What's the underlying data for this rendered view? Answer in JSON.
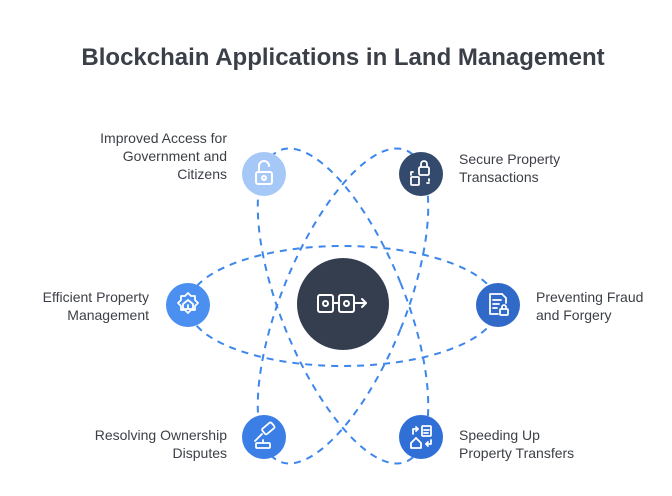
{
  "title": "Blockchain Applications in Land Management",
  "center": {
    "icon": "blockchain-link-icon"
  },
  "nodes": [
    {
      "id": "access",
      "icon": "lock-open-icon",
      "color": "#a6c8f6",
      "lines": [
        "Improved Access for",
        "Government and",
        "Citizens"
      ]
    },
    {
      "id": "secure",
      "icon": "lock-transfer-icon",
      "color": "#334a6c",
      "lines": [
        "Secure Property",
        "Transactions"
      ]
    },
    {
      "id": "efficient",
      "icon": "gear-building-icon",
      "color": "#4b8ff0",
      "lines": [
        "Efficient Property",
        "Management"
      ]
    },
    {
      "id": "fraud",
      "icon": "document-lock-icon",
      "color": "#3169c9",
      "lines": [
        "Preventing Fraud",
        "and Forgery"
      ]
    },
    {
      "id": "disputes",
      "icon": "gavel-icon",
      "color": "#3a7ee6",
      "lines": [
        "Resolving Ownership",
        "Disputes"
      ]
    },
    {
      "id": "transfers",
      "icon": "house-transfer-icon",
      "color": "#2f6fd6",
      "lines": [
        "Speeding Up",
        "Property Transfers"
      ]
    }
  ],
  "colors": {
    "orbit": "#3d86ec",
    "center_fill": "#343e4f",
    "title": "#3b3f48",
    "text": "#3c3f46"
  }
}
